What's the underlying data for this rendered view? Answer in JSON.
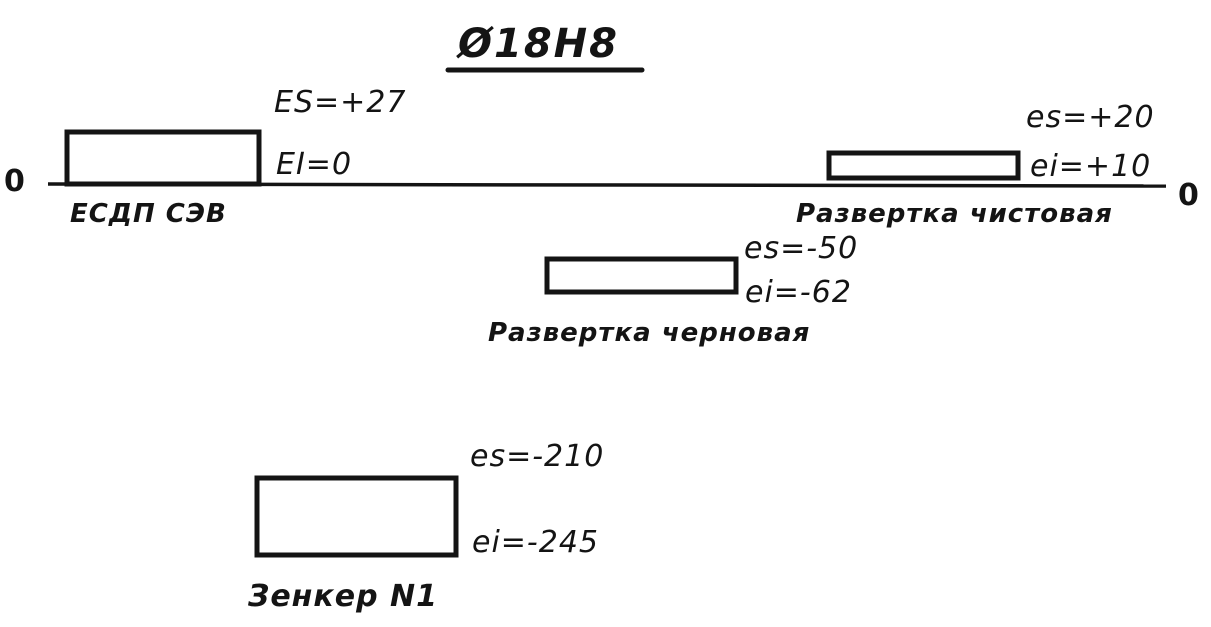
{
  "title": "Ø18Н8",
  "zero_line": {
    "left_label": "0",
    "right_label": "0"
  },
  "fields": {
    "hole_tolerance": {
      "caption": "ЕСДП СЭВ",
      "upper_label": "ES=+27",
      "lower_label": "EI=0"
    },
    "finish_reamer": {
      "caption": "Развертка чистовая",
      "upper_label": "es=+20",
      "lower_label": "ei=+10"
    },
    "rough_reamer": {
      "caption": "Развертка черновая",
      "upper_label": "es=-50",
      "lower_label": "ei=-62"
    },
    "countersink_1": {
      "caption": "Зенкер N1",
      "upper_label": "es=-210",
      "lower_label": "ei=-245"
    }
  },
  "colors": {
    "ink": "#141414",
    "paper": "#ffffff"
  }
}
